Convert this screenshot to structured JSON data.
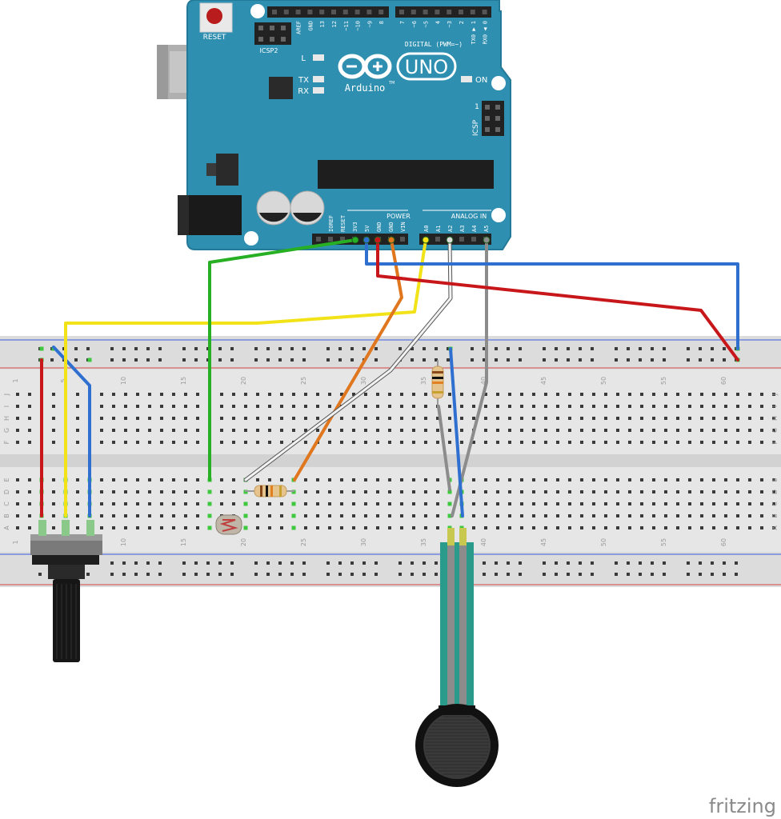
{
  "board": {
    "brand": "Arduino",
    "model": "UNO",
    "trademark": "TM",
    "reset_label": "RESET",
    "icsp2_label": "ICSP2",
    "icsp_label": "ICSP",
    "icsp_pin1": "1",
    "led_l": "L",
    "led_tx": "TX",
    "led_rx": "RX",
    "led_on": "ON",
    "digital_label": "DIGITAL (PWM=~)",
    "digital_pins": [
      "AREF",
      "GND",
      "13",
      "12",
      "~11",
      "~10",
      "~9",
      "8",
      "7",
      "~6",
      "~5",
      "4",
      "~3",
      "2",
      "TX0 ▶ 1",
      "RX0 ◀ 0"
    ],
    "power_label": "POWER",
    "analog_label": "ANALOG IN",
    "power_pins": [
      "IOREF",
      "RESET",
      "3V3",
      "5V",
      "GND",
      "GND",
      "VIN"
    ],
    "analog_pins": [
      "A0",
      "A1",
      "A2",
      "A3",
      "A4",
      "A5"
    ],
    "colors": {
      "pcb": "#2f8fb0",
      "pcb_edge": "#237a98",
      "silk": "#ffffff"
    }
  },
  "breadboard": {
    "column_numbers": [
      "1",
      "5",
      "10",
      "15",
      "20",
      "25",
      "30",
      "35",
      "40",
      "45",
      "50",
      "55",
      "60"
    ],
    "rows_top": [
      "J",
      "I",
      "H",
      "G",
      "F"
    ],
    "rows_bottom": [
      "E",
      "D",
      "C",
      "B",
      "A"
    ]
  },
  "wire_colors": {
    "red": "#c8171a",
    "blue": "#2f6fd0",
    "yellow": "#f2e318",
    "green": "#27b023",
    "orange": "#e0761d",
    "white": "#f2f2f2",
    "gray": "#8c8c8c"
  },
  "components": {
    "potentiometer": "potentiometer",
    "photoresistor": "photoresistor",
    "resistor": "resistor",
    "force_sensor": "force-sensitive-resistor"
  },
  "watermark": "fritzing"
}
